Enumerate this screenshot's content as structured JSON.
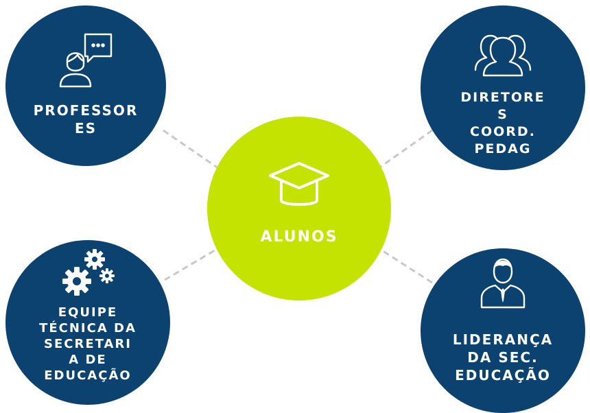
{
  "colors": {
    "primary_blue": "#0b426f",
    "center_green": "#c5e300",
    "connector_gray": "#c8c8c8",
    "text_white": "#ffffff"
  },
  "center": {
    "label": "ALUNOS",
    "icon": "graduation-cap-icon"
  },
  "nodes": [
    {
      "id": "professores",
      "label": "PROFESSOR\nES",
      "icon": "teacher-speech-bubble-icon"
    },
    {
      "id": "diretores",
      "label": "DIRETORE\nS\nCOORD.\nPEDAG",
      "icon": "group-of-people-icon"
    },
    {
      "id": "equipe",
      "label": "EQUIPE\nTÉCNICA DA\nSECRETARI\nA DE\nEDUCAÇÃO",
      "icon": "gears-icon"
    },
    {
      "id": "lideranca",
      "label": "LIDERANÇA\nDA SEC.\nEDUCAÇÃO",
      "icon": "businessman-icon"
    }
  ]
}
